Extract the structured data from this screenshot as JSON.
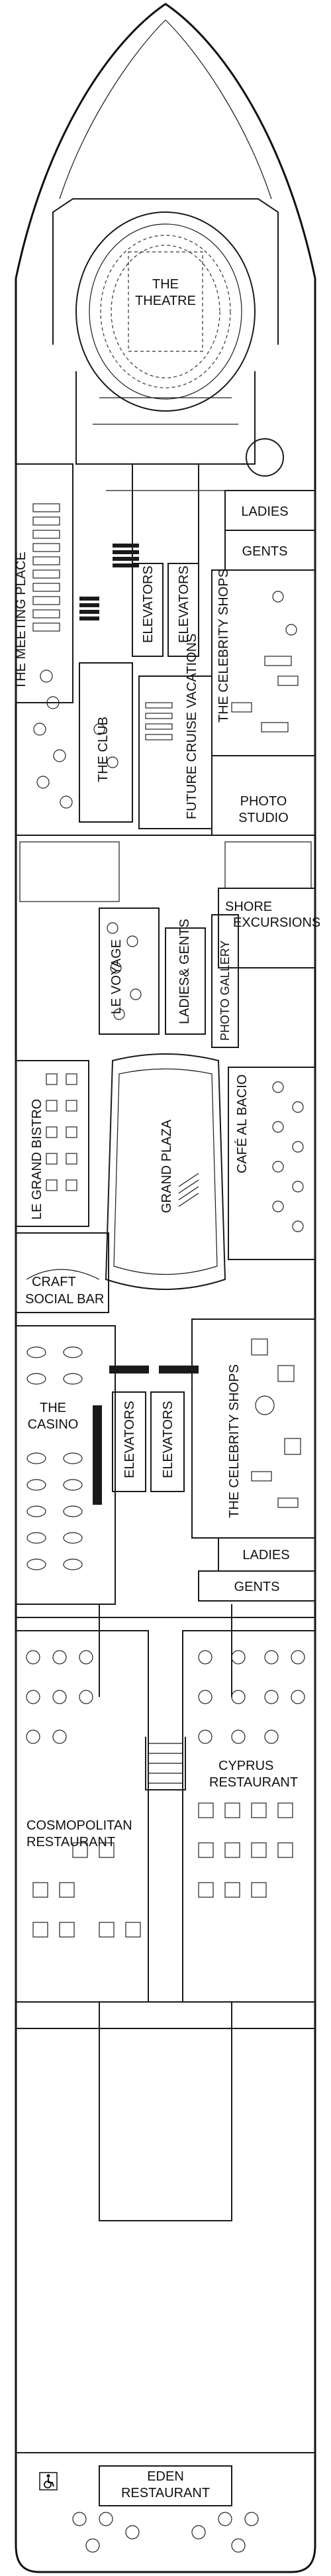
{
  "labels": {
    "theatre_line1": "THE",
    "theatre_line2": "THEATRE",
    "ladies_fwd": "LADIES",
    "gents_fwd": "GENTS",
    "meeting_place": "THE MEETING PLACE",
    "elevators_fwd_a": "ELEVATORS",
    "elevators_fwd_b": "ELEVATORS",
    "celebrity_shops_fwd": "THE CELEBRITY SHOPS",
    "the_club": "THE CLUB",
    "future_cruise": "FUTURE CRUISE VACATIONS",
    "photo_line1": "PHOTO",
    "photo_line2": "STUDIO",
    "shore_line1": "SHORE",
    "shore_line2": "EXCURSIONS",
    "le_voyage": "LE VOYAGE",
    "ladies_gents": "LADIES& GENTS",
    "photo_gallery": "PHOTO GALLERY",
    "le_grand_bistro": "LE GRAND BISTRO",
    "grand_plaza": "GRAND PLAZA",
    "cafe_al_bacio": "CAFÉ AL BACIO",
    "craft_line1": "CRAFT",
    "craft_line2": "SOCIAL BAR",
    "casino_line1": "THE",
    "casino_line2": "CASINO",
    "elevators_mid_a": "ELEVATORS",
    "elevators_mid_b": "ELEVATORS",
    "celebrity_shops_mid": "THE CELEBRITY SHOPS",
    "ladies_mid": "LADIES",
    "gents_mid": "GENTS",
    "cyprus_line1": "CYPRUS",
    "cyprus_line2": "RESTAURANT",
    "cosmo_line1": "COSMOPOLITAN",
    "cosmo_line2": "RESTAURANT",
    "eden_line1": "EDEN",
    "eden_line2": "RESTAURANT"
  },
  "icons": {
    "accessible": "wheelchair-icon"
  },
  "colors": {
    "line": "#1a1a1a",
    "background": "#ffffff"
  }
}
